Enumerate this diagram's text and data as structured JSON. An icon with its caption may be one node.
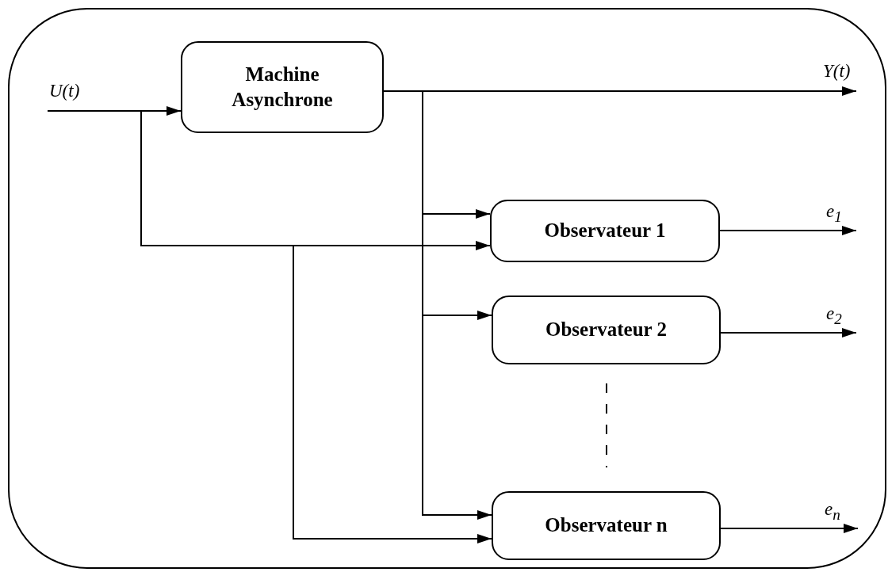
{
  "diagram": {
    "nodes": [
      {
        "text": [],
        "shape": "box"
      },
      {
        "text": [
          "Machine Asynchrone"
        ],
        "in": 0
      },
      {
        "text": [
          "Observateur 1"
        ],
        "in": 0
      },
      {
        "text": [
          "Observateur 2"
        ],
        "in": 0
      },
      {
        "text": [
          "Observateur n"
        ],
        "in": 0
      }
    ],
    "edges": [
      {
        "from": null,
        "to": 1,
        "arrow": "to",
        "label": "U(t)"
      },
      {
        "from": null,
        "to": 2,
        "arrow": "to"
      },
      {
        "from": null,
        "to": 4,
        "arrow": "to"
      },
      {
        "from": 1,
        "to": null,
        "arrow": "to",
        "label": "Y(t)"
      },
      {
        "from": 1,
        "to": 2,
        "arrow": "to"
      },
      {
        "from": 1,
        "to": 3,
        "arrow": "to"
      },
      {
        "from": 1,
        "to": 4,
        "arrow": "to"
      },
      {
        "from": 2,
        "to": null,
        "arrow": "to",
        "label": "e$_{1}$"
      },
      {
        "from": 3,
        "to": null,
        "arrow": "to",
        "label": "e$_{2}$"
      },
      {
        "from": 4,
        "to": null,
        "arrow": "to",
        "label": "e$_{n}$"
      }
    ]
  }
}
